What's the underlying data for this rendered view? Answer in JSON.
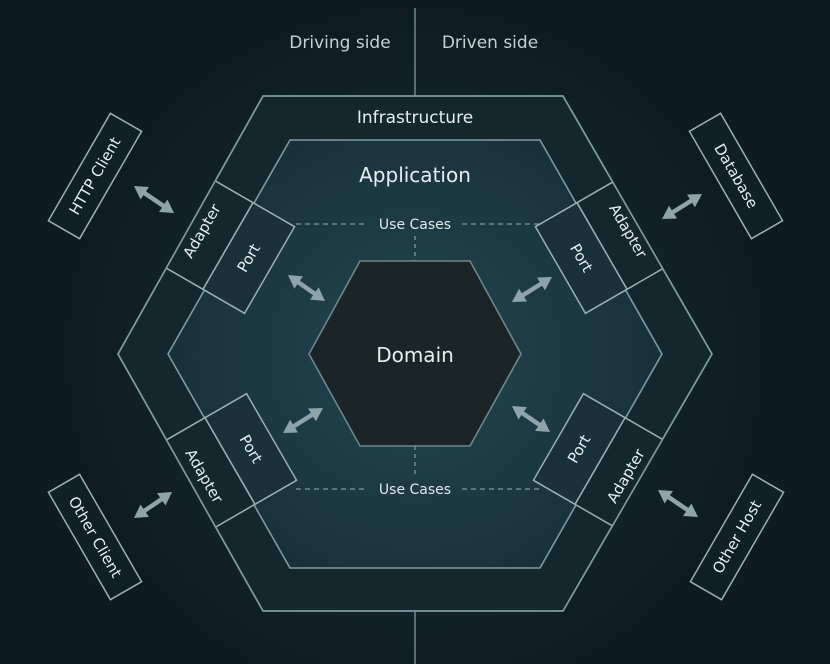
{
  "sides": {
    "driving": "Driving side",
    "driven": "Driven side"
  },
  "layers": {
    "infrastructure": "Infrastructure",
    "application": "Application",
    "domain": "Domain"
  },
  "use_cases": {
    "top": "Use Cases",
    "bottom": "Use Cases"
  },
  "adapters": {
    "top_left": {
      "adapter": "Adapter",
      "port": "Port"
    },
    "top_right": {
      "adapter": "Adapter",
      "port": "Port"
    },
    "bottom_left": {
      "adapter": "Adapter",
      "port": "Port"
    },
    "bottom_right": {
      "adapter": "Adapter",
      "port": "Port"
    }
  },
  "externals": {
    "http_client": "HTTP Client",
    "database": "Database",
    "other_client": "Other Client",
    "other_host": "Other Host"
  },
  "colors": {
    "background": "#0e1c21",
    "infrastructure_fill": "#13272d",
    "application_fill": "#1a3139",
    "domain_fill": "#1b2527",
    "line": "#7f9aa2"
  }
}
